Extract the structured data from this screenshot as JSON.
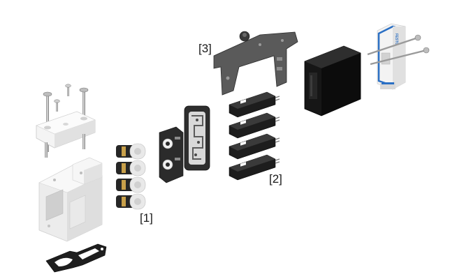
{
  "callouts": {
    "c1": "[1]",
    "c2": "[2]",
    "c3": "[3]"
  },
  "logo_text": "FESTO",
  "colors": {
    "housing_white": "#f2f2f2",
    "housing_shade": "#d9d9d9",
    "dark_part": "#2a2a2a",
    "black_block": "#141414",
    "accent_blue": "#2a6fc4",
    "bracket_gray": "#5a5a5a"
  },
  "parts": [
    "mounting-plate",
    "screws",
    "main-housing",
    "gasket",
    "piston-cartridges",
    "valve-body",
    "valve-plate",
    "coil-modules",
    "bracket",
    "black-block",
    "end-cap"
  ]
}
